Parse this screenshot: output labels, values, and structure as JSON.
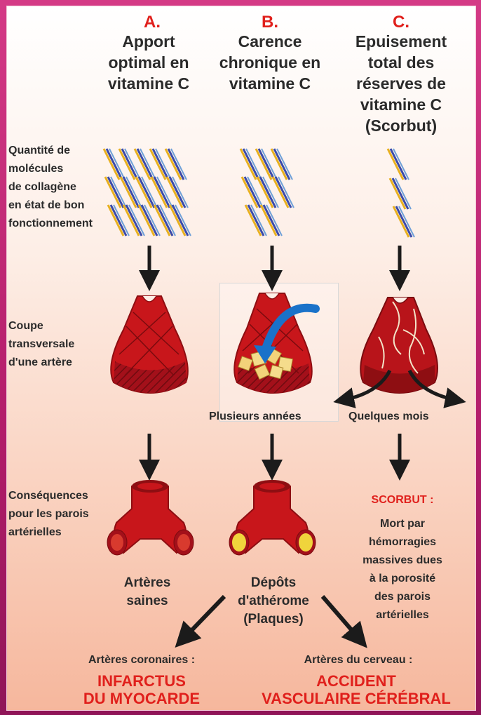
{
  "columns": [
    {
      "letter": "A.",
      "title": [
        "Apport",
        "optimal en",
        "vitamine C"
      ]
    },
    {
      "letter": "B.",
      "title": [
        "Carence",
        "chronique en",
        "vitamine C"
      ]
    },
    {
      "letter": "C.",
      "title": [
        "Epuisement",
        "total des",
        "réserves de",
        "vitamine C",
        "(Scorbut)"
      ]
    }
  ],
  "row_labels": {
    "collagen": [
      "Quantité de",
      "molécules",
      "de collagène",
      "en état de bon",
      "fonctionnement"
    ],
    "section": [
      "Coupe",
      "transversale",
      "d'une artère"
    ],
    "consequences": [
      "Conséquences",
      "pour les parois",
      "artérielles"
    ]
  },
  "captions": {
    "years": "Plusieurs années",
    "months": "Quelques mois"
  },
  "outcomes": {
    "a": [
      "Artères",
      "saines"
    ],
    "b": [
      "Dépôts",
      "d'athérome",
      "(Plaques)"
    ],
    "c_title": "SCORBUT :",
    "c_text": [
      "Mort par",
      "hémorragies",
      "massives dues",
      "à la porosité",
      "des parois",
      "artérielles"
    ]
  },
  "bottom": {
    "left_label": "Artères coronaires :",
    "left_red": [
      "INFARCTUS",
      "DU MYOCARDE"
    ],
    "right_label": "Artères du cerveau :",
    "right_red": [
      "ACCIDENT",
      "VASCULAIRE CÉRÉBRAL"
    ]
  },
  "colors": {
    "artery_red": "#c8161b",
    "artery_dark": "#8e0e12",
    "collagen_blue": "#3b4aa8",
    "collagen_gold": "#e8b020",
    "accent_red": "#e0201c",
    "arrow_blue": "#1a72c9"
  }
}
